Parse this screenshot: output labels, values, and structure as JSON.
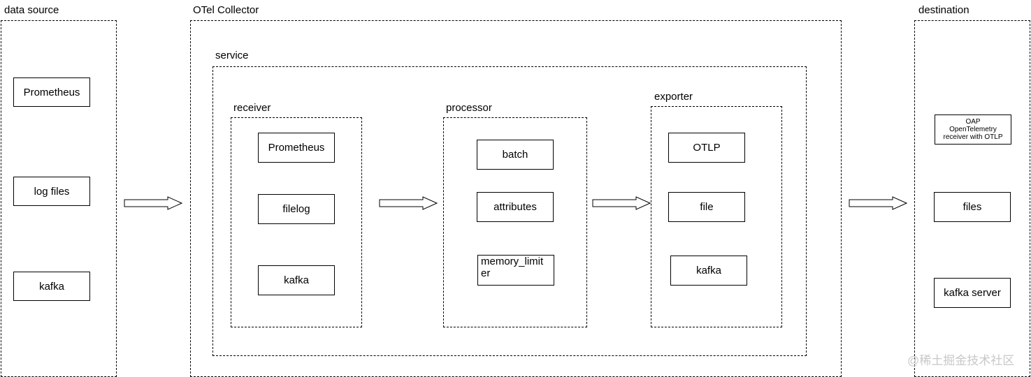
{
  "data_source": {
    "title": "data source",
    "items": [
      "Prometheus",
      "log files",
      "kafka"
    ]
  },
  "collector": {
    "title": "OTel Collector",
    "service": {
      "title": "service",
      "receiver": {
        "title": "receiver",
        "items": [
          "Prometheus",
          "filelog",
          "kafka"
        ]
      },
      "processor": {
        "title": "processor",
        "items": [
          "batch",
          "attributes",
          "memory_limit",
          "er"
        ]
      },
      "exporter": {
        "title": "exporter",
        "items": [
          "OTLP",
          "file",
          "kafka"
        ]
      }
    }
  },
  "destination": {
    "title": "destination",
    "oap_lines": [
      "OAP",
      "OpenTelemetry",
      "receiver with OTLP"
    ],
    "items": [
      "files",
      "kafka server"
    ]
  },
  "watermark": "@稀土掘金技术社区"
}
